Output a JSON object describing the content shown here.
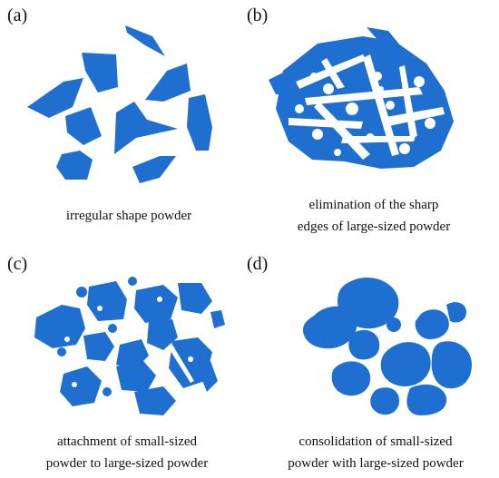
{
  "panels": [
    {
      "id": "a",
      "label": "(a)",
      "caption": [
        "irregular shape powder"
      ]
    },
    {
      "id": "b",
      "label": "(b)",
      "caption": [
        "elimination of the sharp",
        "edges of large-sized powder"
      ]
    },
    {
      "id": "c",
      "label": "(c)",
      "caption": [
        "attachment of small-sized",
        "powder to large-sized powder"
      ]
    },
    {
      "id": "d",
      "label": "(d)",
      "caption": [
        "consolidation of small-sized",
        "powder with large-sized powder"
      ]
    }
  ],
  "colors": {
    "powder": "#1f6fd0",
    "background": "#ffffff"
  }
}
